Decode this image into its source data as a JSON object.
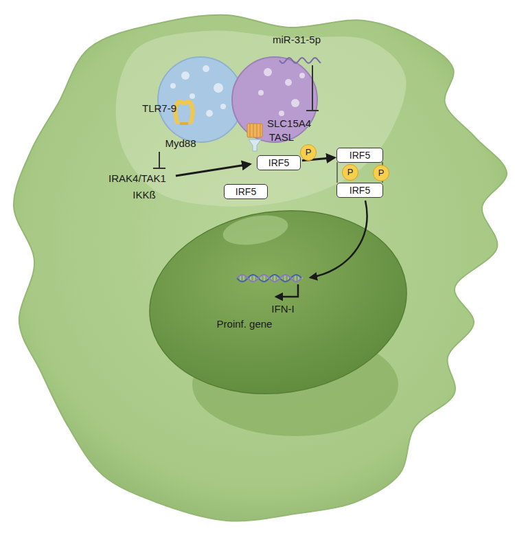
{
  "diagram": {
    "nodes": [
      {
        "text": [
          "IRF5"
        ]
      },
      {
        "text": [
          "IRF5"
        ]
      },
      {
        "text": [
          "P"
        ]
      },
      {
        "text": [
          "IRF5"
        ]
      },
      {
        "text": [
          "IRF5"
        ]
      },
      {
        "text": [
          "P"
        ]
      },
      {
        "text": [
          "P"
        ]
      }
    ],
    "edges": [
      {
        "from": 1,
        "to": 3,
        "arrow": "to"
      }
    ],
    "labels": [
      "miR-31-5p",
      "TLR7-9",
      "SLC15A4",
      "TASL",
      "Myd88",
      "IRAK4/TAK1",
      "IKKß",
      "IFN-I",
      "Proinf. gene"
    ]
  }
}
